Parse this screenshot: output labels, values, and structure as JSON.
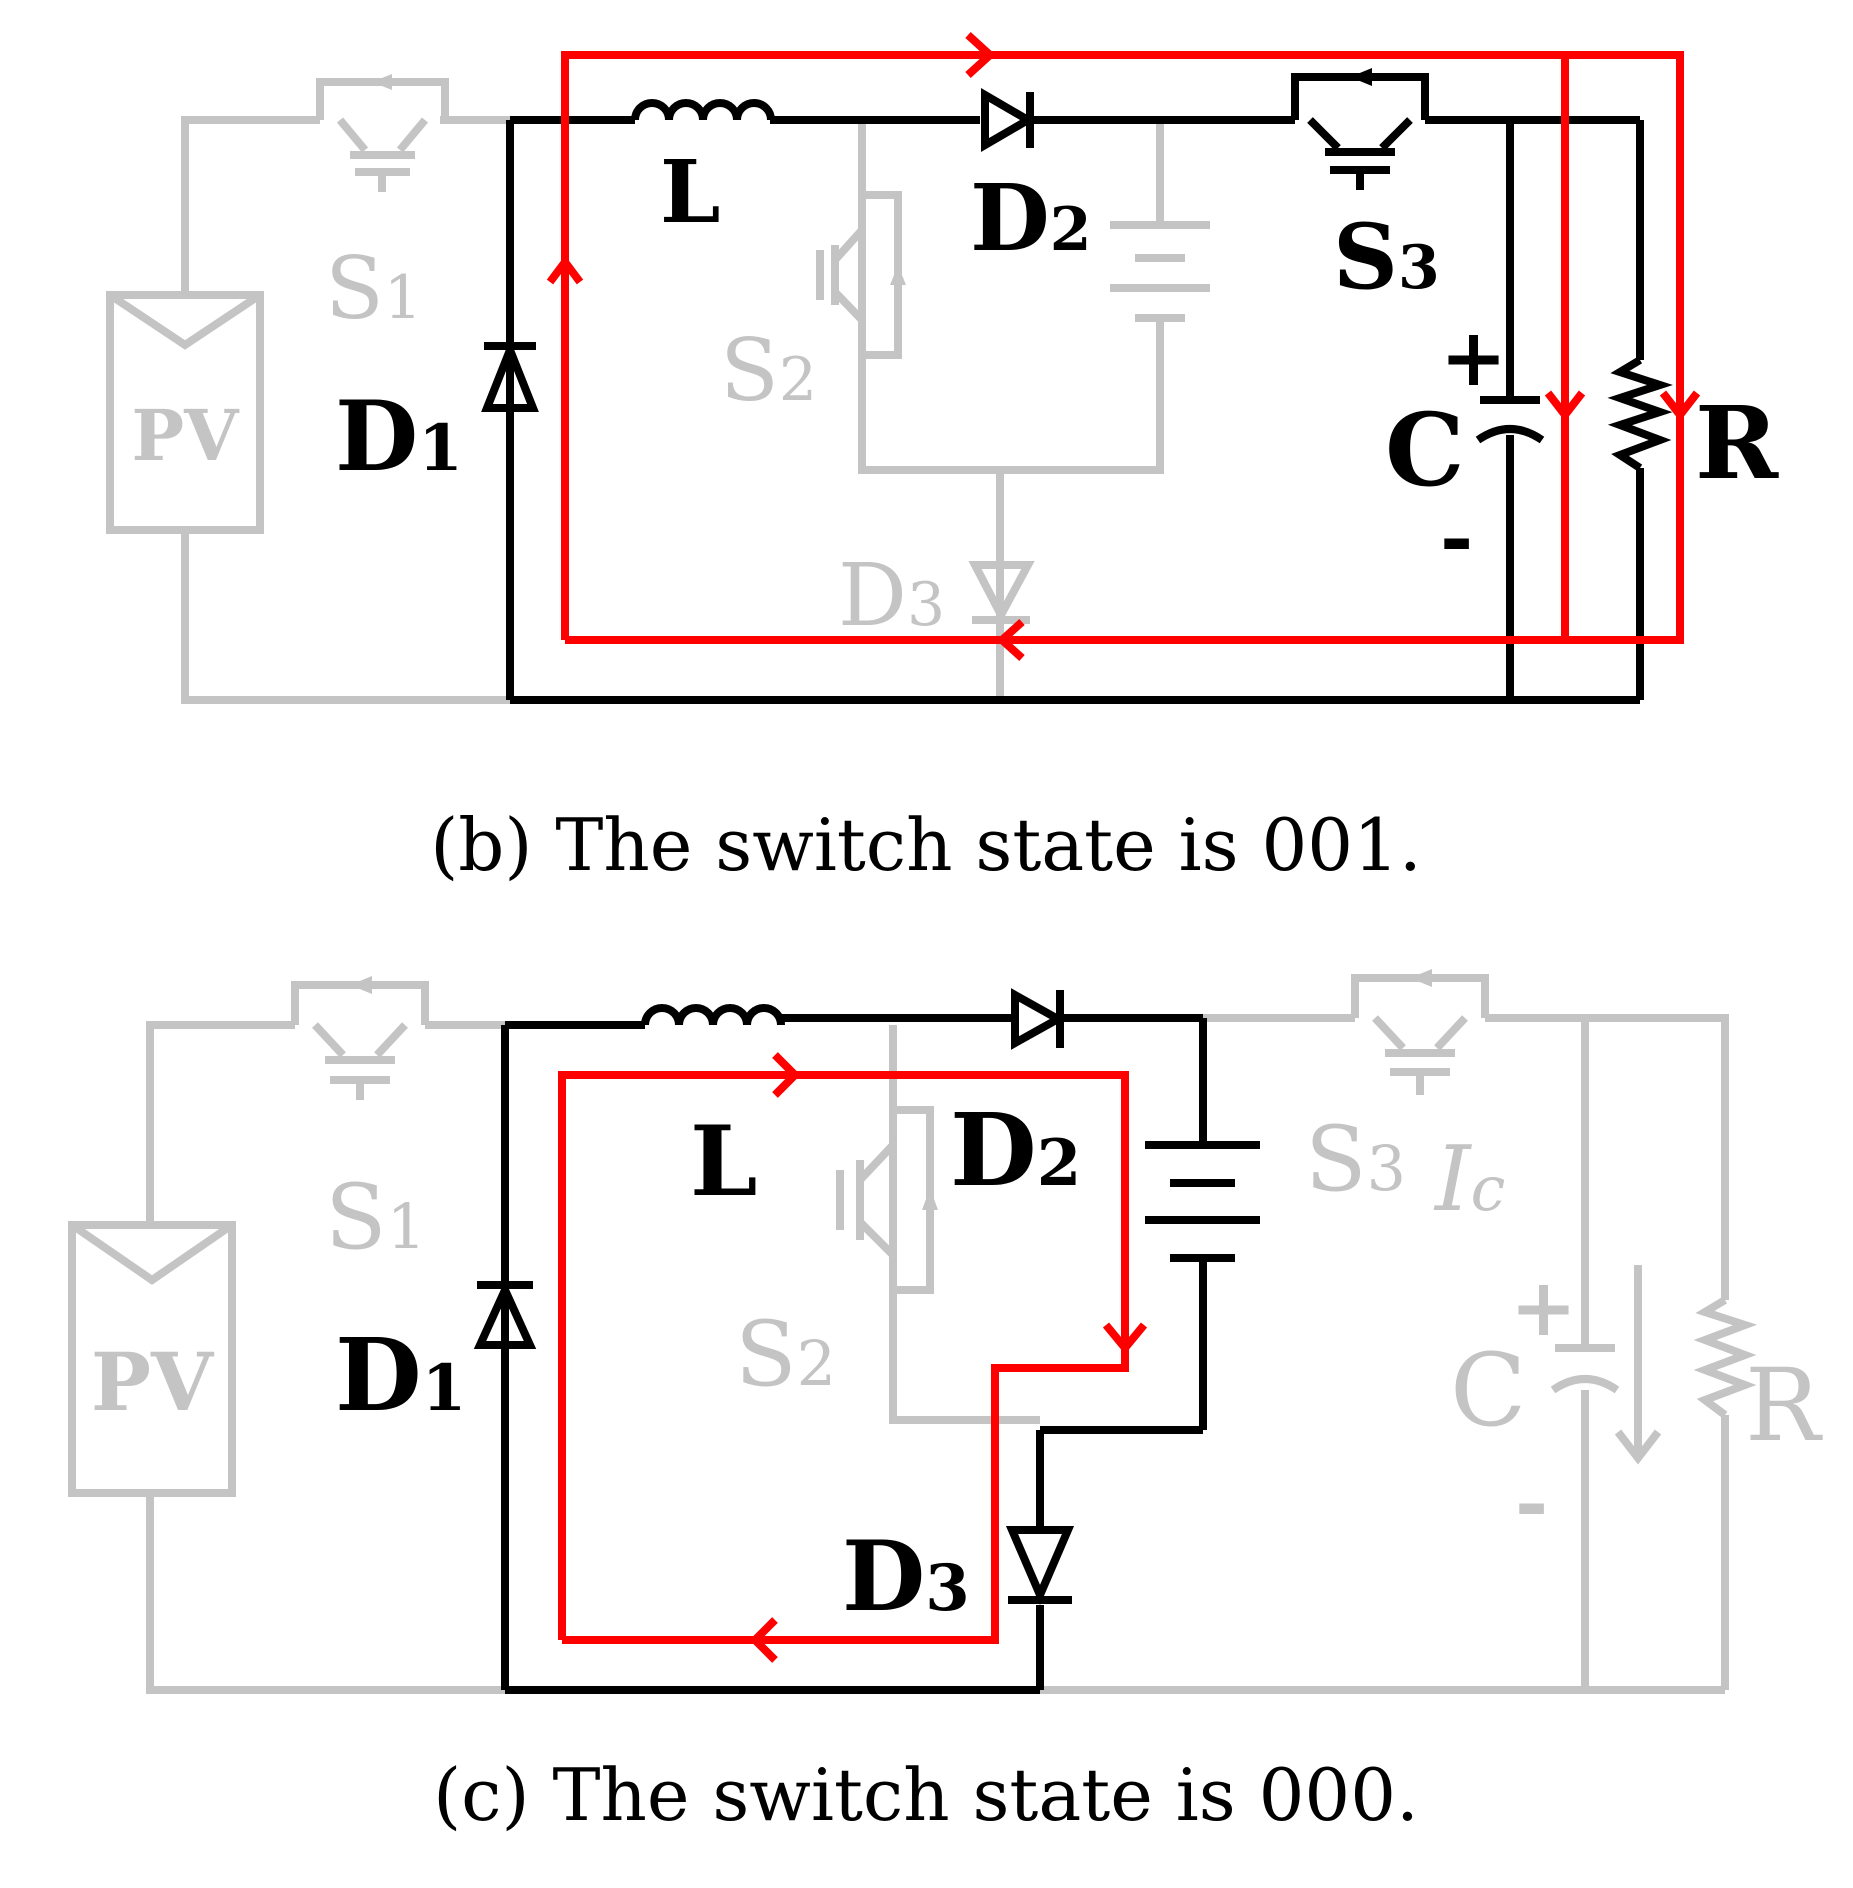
{
  "panel_b": {
    "caption": "(b) The switch state is 001.",
    "labels": {
      "pv": "PV",
      "s1": "S",
      "s1_sub": "1",
      "s2": "S",
      "s2_sub": "2",
      "s3": "S",
      "s3_sub": "3",
      "l": "L",
      "d1": "D",
      "d1_sub": "1",
      "d2": "D",
      "d2_sub": "2",
      "d3": "D",
      "d3_sub": "3",
      "c": "C",
      "r": "R",
      "plus": "+",
      "minus": "-"
    }
  },
  "panel_c": {
    "caption": "(c) The switch state is 000.",
    "labels": {
      "pv": "PV",
      "s1": "S",
      "s1_sub": "1",
      "s2": "S",
      "s2_sub": "2",
      "s3": "S",
      "s3_sub": "3",
      "ic": "I",
      "ic_sub": "c",
      "l": "L",
      "d1": "D",
      "d1_sub": "1",
      "d2": "D",
      "d2_sub": "2",
      "d3": "D",
      "d3_sub": "3",
      "c": "C",
      "r": "R",
      "plus": "+",
      "minus": "-"
    }
  },
  "colors": {
    "active_wire": "#000000",
    "inactive_wire": "#c4c4c4",
    "current_path": "#ff0000"
  }
}
